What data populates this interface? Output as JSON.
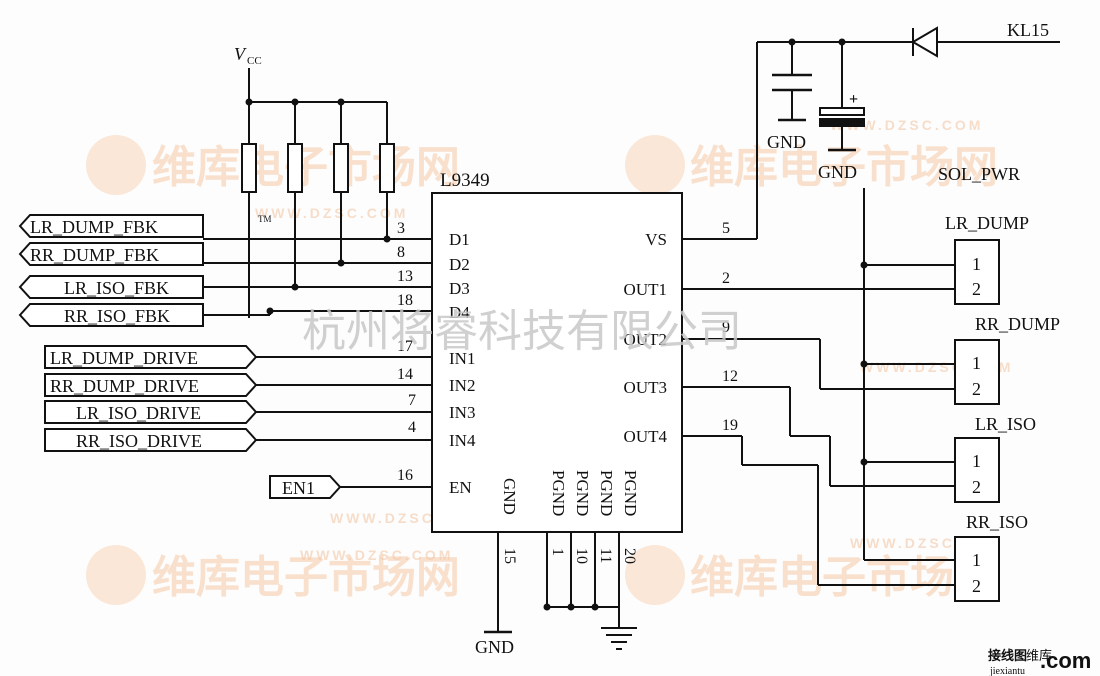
{
  "chip": {
    "name": "L9349",
    "left_pins": [
      "D1",
      "D2",
      "D3",
      "D4",
      "IN1",
      "IN2",
      "IN3",
      "IN4",
      "EN"
    ],
    "right_pins": [
      "VS",
      "OUT1",
      "OUT2",
      "OUT3",
      "OUT4"
    ],
    "bottom_pins": [
      "GND",
      "PGND",
      "PGND",
      "PGND",
      "PGND"
    ]
  },
  "pin_numbers": {
    "d1": "3",
    "d2": "8",
    "d3": "13",
    "d4": "18",
    "in1": "17",
    "in2": "14",
    "in3": "7",
    "in4": "4",
    "en": "16",
    "vs": "5",
    "out1": "2",
    "out2": "9",
    "out3": "12",
    "out4": "19",
    "gnd": "15",
    "pgnd1": "1",
    "pgnd2": "10",
    "pgnd3": "11",
    "pgnd4": "20"
  },
  "signals": {
    "fbk": [
      "LR_DUMP_FBK",
      "RR_DUMP_FBK",
      "LR_ISO_FBK",
      "RR_ISO_FBK"
    ],
    "drive": [
      "LR_DUMP_DRIVE",
      "RR_DUMP_DRIVE",
      "LR_ISO_DRIVE",
      "RR_ISO_DRIVE"
    ],
    "en": "EN1"
  },
  "power": {
    "vcc": "V",
    "vcc_sub": "CC",
    "kl15": "KL15",
    "sol_pwr": "SOL_PWR",
    "gnd": "GND",
    "plus": "+"
  },
  "connectors": [
    {
      "name": "LR_DUMP",
      "pin1": "1",
      "pin2": "2"
    },
    {
      "name": "RR_DUMP",
      "pin1": "1",
      "pin2": "2"
    },
    {
      "name": "LR_ISO",
      "pin1": "1",
      "pin2": "2"
    },
    {
      "name": "RR_ISO",
      "pin1": "1",
      "pin2": "2"
    }
  ],
  "overlay_text": "杭州将睿科技有限公司",
  "watermark": {
    "brand": "维库电子市场网",
    "url": "WWW.DZSC.COM",
    "tm": "TM"
  },
  "footer_logo": {
    "main": "接线图",
    "domain": ".com",
    "sub": "jiexiantu",
    "extra": "维库"
  }
}
